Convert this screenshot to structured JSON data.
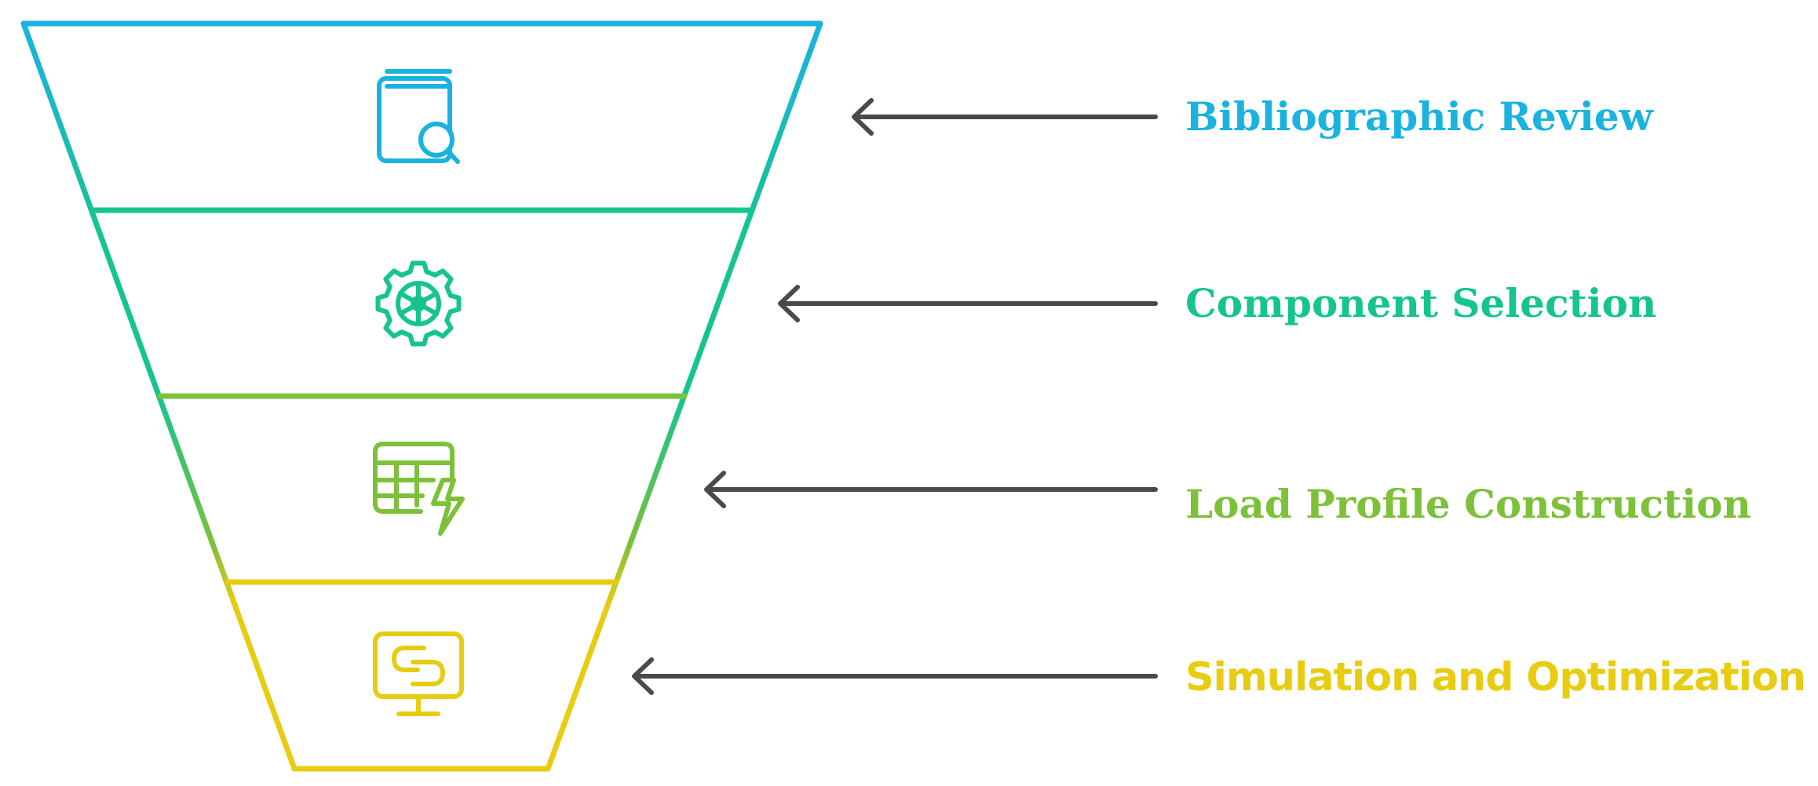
{
  "diagram": {
    "stages": [
      {
        "label": "Bibliographic Review",
        "icon": "book-search-icon",
        "color": "#1AB3E0"
      },
      {
        "label": "Component Selection",
        "icon": "gear-wheel-icon",
        "color": "#16C48F"
      },
      {
        "label": "Load Profile Construction",
        "icon": "table-lightning-icon",
        "color": "#7DC13A"
      },
      {
        "label": "Simulation and Optimization",
        "icon": "monitor-simulation-icon",
        "color": "#E8CC12"
      }
    ],
    "arrow_color": "#4A4A4A"
  }
}
